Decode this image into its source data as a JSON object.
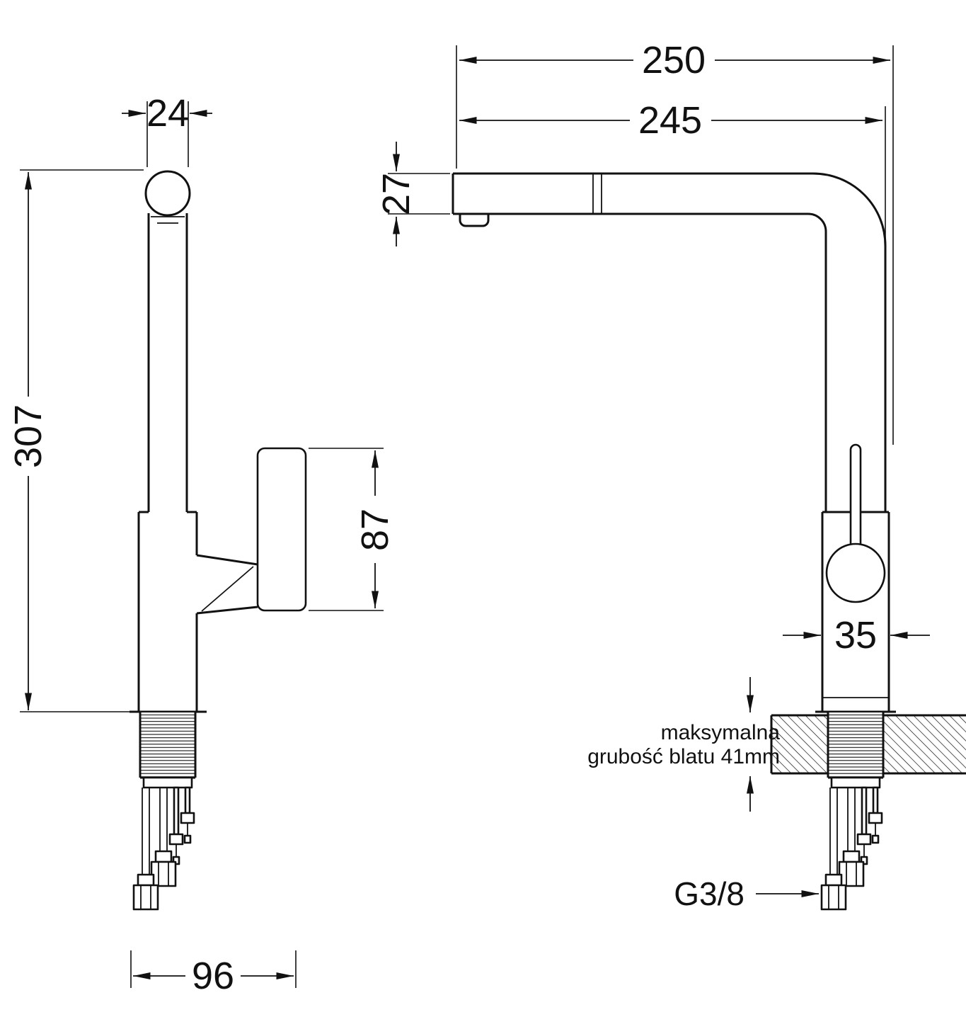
{
  "dims": {
    "spout_tube_width": "24",
    "overall_height": "307",
    "handle_length": "87",
    "base_depth": "96",
    "overall_reach": "250",
    "spout_reach": "245",
    "spout_height": "27",
    "body_width": "35",
    "thread_size": "G3/8",
    "counter_note_line1": "maksymalna",
    "counter_note_line2": "grubość blatu 41mm"
  },
  "colors": {
    "line": "#111111",
    "background": "#ffffff"
  }
}
